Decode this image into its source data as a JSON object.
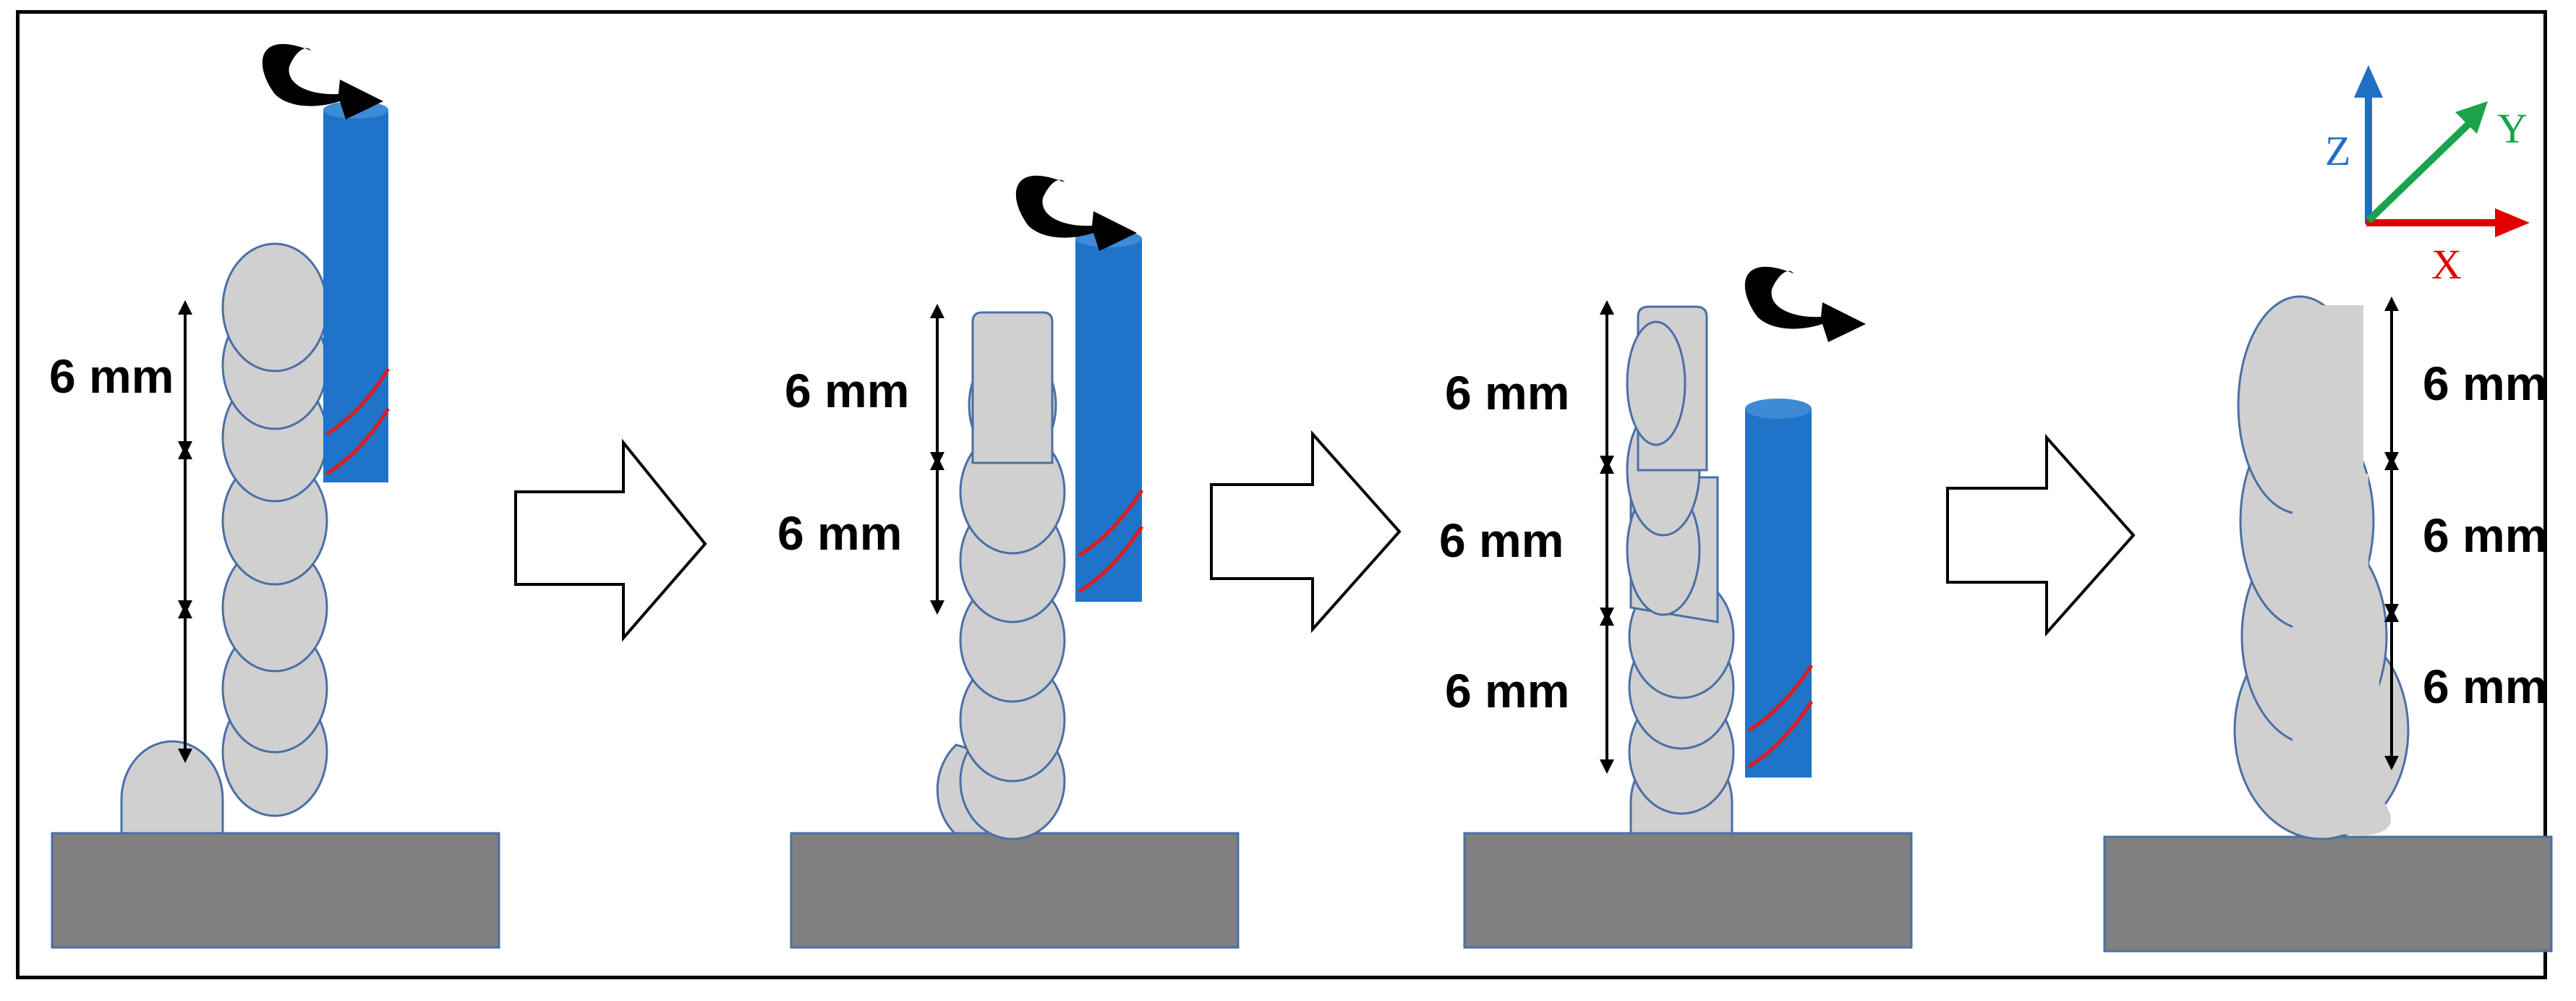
{
  "dimension_label": "6 mm",
  "axes": {
    "x": {
      "label": "X",
      "color": "#e00000"
    },
    "y": {
      "label": "Y",
      "color": "#1aa34a"
    },
    "z": {
      "label": "Z",
      "color": "#1f6fc4"
    }
  },
  "colors": {
    "tool": "#1f73c8",
    "flute": "#e01b1b",
    "bead": "#d0d0d0",
    "bead_outline": "#4a6fa5",
    "substrate": "#808080",
    "arrow_fill": "#ffffff"
  },
  "stages": [
    {
      "labels": [
        "6 mm"
      ]
    },
    {
      "labels": [
        "6 mm",
        "6 mm"
      ]
    },
    {
      "labels": [
        "6 mm",
        "6 mm",
        "6 mm"
      ]
    },
    {
      "labels": [
        "6 mm",
        "6 mm",
        "6 mm"
      ]
    }
  ]
}
